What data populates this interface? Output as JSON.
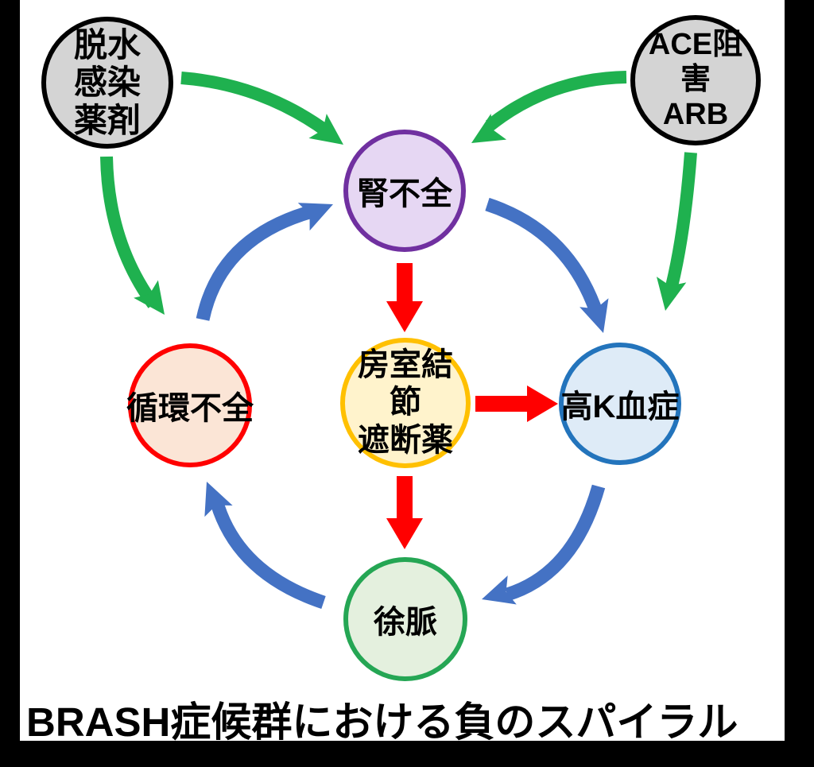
{
  "title": "BRASH症候群における負のスパイラル",
  "colors": {
    "green_arrow": "#1fb14f",
    "blue_arrow": "#4472c4",
    "red_arrow": "#ff0000",
    "frame": "#000000",
    "canvas": "#ffffff"
  },
  "nodes": {
    "dehydration": {
      "label": "脱水\n感染\n薬剤",
      "fill": "#d4d4d4",
      "border": "#000000"
    },
    "ace_arb": {
      "label": "ACE阻害\nARB",
      "fill": "#d4d4d4",
      "border": "#000000"
    },
    "renal_failure": {
      "label": "腎不全",
      "fill": "#e6d7f3",
      "border": "#7030a0"
    },
    "circulatory_failure": {
      "label": "循環不全",
      "fill": "#fbe5d6",
      "border": "#ff0000"
    },
    "av_node_blockers": {
      "label": "房室結節\n遮断薬",
      "fill": "#fff3cc",
      "border": "#ffc000"
    },
    "hyperkalemia": {
      "label": "高K血症",
      "fill": "#deebf7",
      "border": "#2374bc"
    },
    "bradycardia": {
      "label": "徐脈",
      "fill": "#e4f0de",
      "border": "#25a654"
    }
  },
  "edges": [
    {
      "from": "脱水/感染/薬剤",
      "to": "腎不全",
      "color": "green"
    },
    {
      "from": "脱水/感染/薬剤",
      "to": "循環不全",
      "color": "green"
    },
    {
      "from": "ACE阻害/ARB",
      "to": "腎不全",
      "color": "green"
    },
    {
      "from": "ACE阻害/ARB",
      "to": "高K血症",
      "color": "green"
    },
    {
      "from": "循環不全",
      "to": "腎不全",
      "color": "blue"
    },
    {
      "from": "腎不全",
      "to": "高K血症",
      "color": "blue"
    },
    {
      "from": "高K血症",
      "to": "徐脈",
      "color": "blue"
    },
    {
      "from": "徐脈",
      "to": "循環不全",
      "color": "blue"
    },
    {
      "from": "腎不全",
      "to": "房室結節遮断薬",
      "color": "red"
    },
    {
      "from": "房室結節遮断薬",
      "to": "高K血症",
      "color": "red"
    },
    {
      "from": "房室結節遮断薬",
      "to": "徐脈",
      "color": "red"
    }
  ]
}
